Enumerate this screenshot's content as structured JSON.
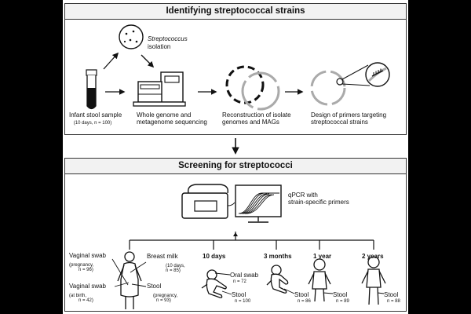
{
  "top_panel": {
    "title": "Identifying streptococcal strains",
    "streptococcus_label": "Streptococcus",
    "isolation_label": "isolation",
    "steps": [
      {
        "line1": "Infant stool sample",
        "sub": "(10 days, n = 100)"
      },
      {
        "line1": "Whole genome and",
        "line2": "metagenome sequencing"
      },
      {
        "line1": "Reconstruction of isolate",
        "line2": "genomes and MAGs"
      },
      {
        "line1": "Design of primers targeting",
        "line2": "streptococcal strains"
      }
    ]
  },
  "bottom_panel": {
    "title": "Screening for streptococci",
    "qpcr_line1": "qPCR with",
    "qpcr_line2": "strain-specific primers",
    "mother": {
      "vaginal_swab_1": "Vaginal swab",
      "vaginal_swab_1_sub1": "(pregnancy,",
      "vaginal_swab_1_sub2": "n = 96)",
      "vaginal_swab_2": "Vaginal swab",
      "vaginal_swab_2_sub1": "(at birth,",
      "vaginal_swab_2_sub2": "n = 42)",
      "breast_milk": "Breast milk",
      "breast_milk_sub1": "(10 days,",
      "breast_milk_sub2": "n = 85)",
      "stool": "Stool",
      "stool_sub1": "(pregnancy,",
      "stool_sub2": "n = 93)"
    },
    "timepoints": [
      {
        "label": "10 days",
        "oral": "Oral swab",
        "oral_n": "n = 72",
        "stool": "Stool",
        "stool_n": "n = 100"
      },
      {
        "label": "3 months",
        "stool": "Stool",
        "stool_n": "n = 86"
      },
      {
        "label": "1 year",
        "stool": "Stool",
        "stool_n": "n = 89"
      },
      {
        "label": "2 years",
        "stool": "Stool",
        "stool_n": "n = 88"
      }
    ]
  }
}
